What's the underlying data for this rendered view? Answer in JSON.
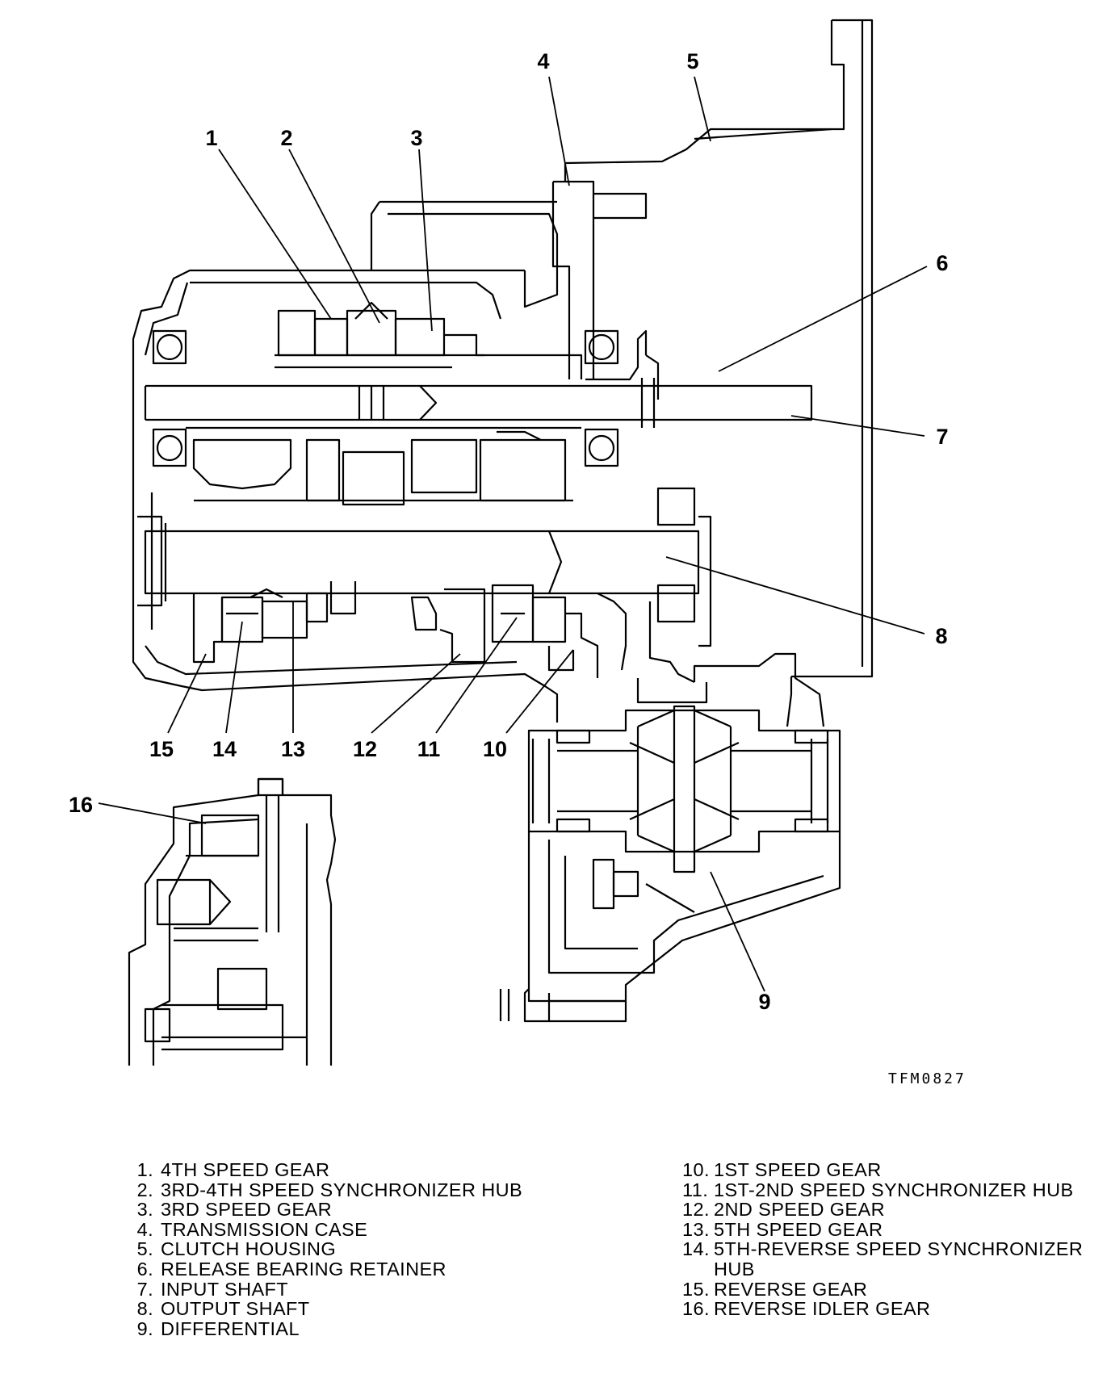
{
  "figure_id": "TFM0827",
  "callouts": [
    "1",
    "2",
    "3",
    "4",
    "5",
    "6",
    "7",
    "8",
    "9",
    "10",
    "11",
    "12",
    "13",
    "14",
    "15",
    "16"
  ],
  "legend_left": [
    {
      "num": "1.",
      "text": "4TH SPEED GEAR"
    },
    {
      "num": "2.",
      "text": "3RD-4TH SPEED SYNCHRONIZER HUB"
    },
    {
      "num": "3.",
      "text": "3RD SPEED GEAR"
    },
    {
      "num": "4.",
      "text": "TRANSMISSION CASE"
    },
    {
      "num": "5.",
      "text": "CLUTCH HOUSING"
    },
    {
      "num": "6.",
      "text": "RELEASE BEARING RETAINER"
    },
    {
      "num": "7.",
      "text": "INPUT SHAFT"
    },
    {
      "num": "8.",
      "text": "OUTPUT SHAFT"
    },
    {
      "num": "9.",
      "text": "DIFFERENTIAL"
    }
  ],
  "legend_right": [
    {
      "num": "10.",
      "text": "1ST SPEED GEAR"
    },
    {
      "num": "11.",
      "text": "1ST-2ND SPEED SYNCHRONIZER HUB"
    },
    {
      "num": "12.",
      "text": "2ND SPEED GEAR"
    },
    {
      "num": "13.",
      "text": "5TH SPEED GEAR"
    },
    {
      "num": "14.",
      "text": "5TH-REVERSE SPEED SYNCHRONIZER HUB"
    },
    {
      "num": "15.",
      "text": "REVERSE GEAR"
    },
    {
      "num": "16.",
      "text": "REVERSE IDLER GEAR"
    }
  ]
}
